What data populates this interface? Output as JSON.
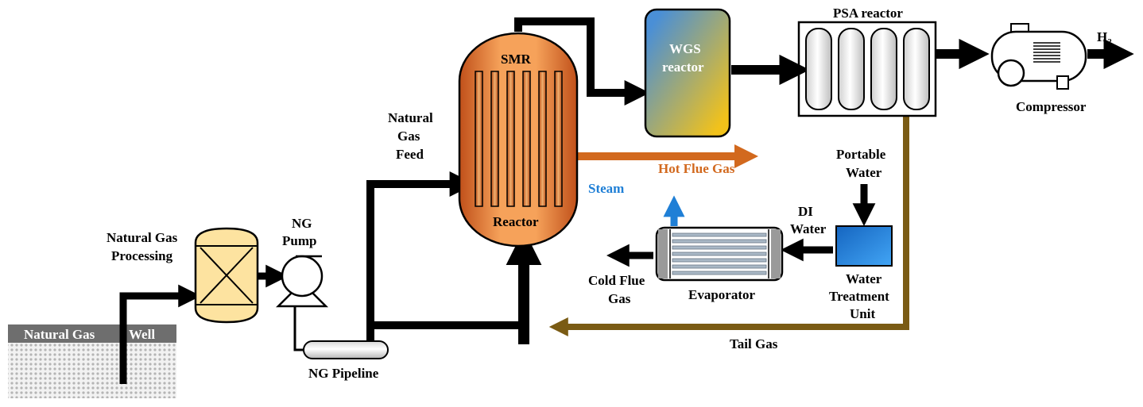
{
  "labels": {
    "natural_gas": "Natural Gas",
    "well": "Well",
    "natural_gas_processing": [
      "Natural Gas",
      "Processing"
    ],
    "ng_pump": [
      "NG",
      "Pump"
    ],
    "ng_pipeline": "NG Pipeline",
    "natural_gas_feed": [
      "Natural",
      "Gas",
      "Feed"
    ],
    "smr_top": "SMR",
    "smr_bottom": "Reactor",
    "wgs": [
      "WGS",
      "reactor"
    ],
    "psa": "PSA reactor",
    "compressor": "Compressor",
    "h2_main": "H",
    "h2_sub": "2",
    "hot_flue_gas": "Hot Flue Gas",
    "steam": "Steam",
    "portable_water": [
      "Portable",
      "Water"
    ],
    "di_water": [
      "DI",
      "Water"
    ],
    "water_treatment": [
      "Water",
      "Treatment",
      "Unit"
    ],
    "evaporator": "Evaporator",
    "cold_flue_gas": [
      "Cold Flue",
      "Gas"
    ],
    "tail_gas": "Tail Gas"
  },
  "colors": {
    "flow": "#000000",
    "hot_flue_gas": "#d2691e",
    "steam": "#1f7fd6",
    "tail_gas": "#7a5b14",
    "smr_light": "#f6a25a",
    "smr_dark": "#c0501a",
    "wgs_blue": "#4a8fd6",
    "wgs_yellow": "#f2c21a",
    "processing_fill": "#fde3a0",
    "water_unit": "#1e88d8",
    "ground_band": "#6e6e6e"
  }
}
